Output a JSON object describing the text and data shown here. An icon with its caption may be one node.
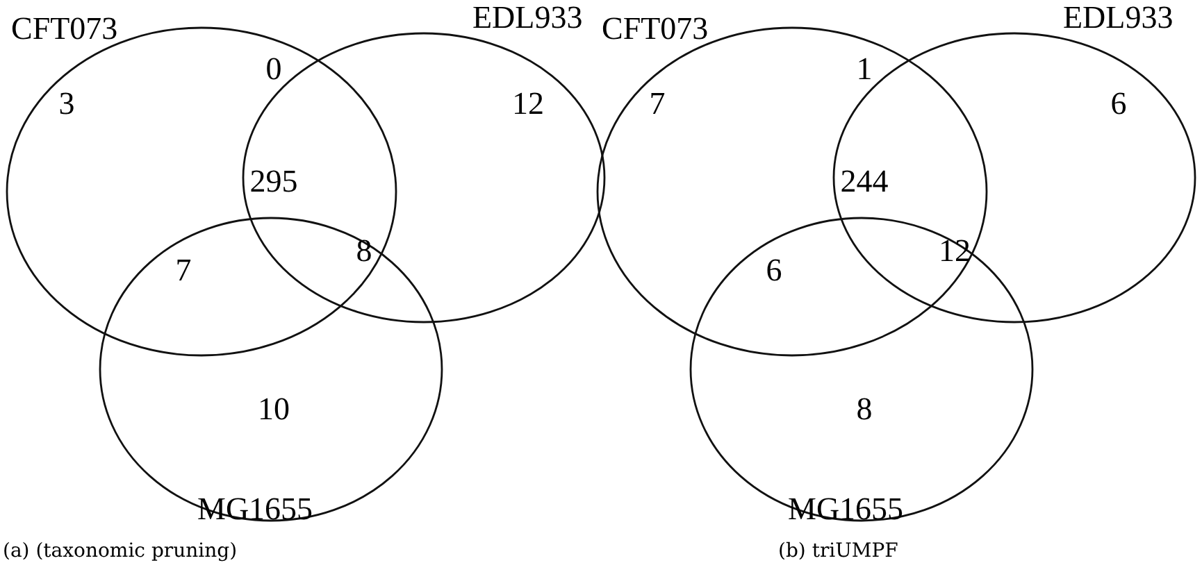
{
  "diagram": {
    "nodes": [
      {
        "text": [
          "CFT073"
        ]
      },
      {
        "text": [
          "EDL933"
        ]
      },
      {
        "text": [
          "MG1655"
        ]
      },
      {
        "text": [
          "CFT073"
        ]
      },
      {
        "text": [
          "EDL933"
        ]
      },
      {
        "text": [
          "MG1655"
        ]
      }
    ],
    "labels": [
      "3",
      "0",
      "12",
      "295",
      "7",
      "8",
      "10",
      "(a) (taxonomic pruning)",
      "7",
      "1",
      "6",
      "244",
      "6",
      "12",
      "8",
      "(b) triUMPF"
    ]
  }
}
